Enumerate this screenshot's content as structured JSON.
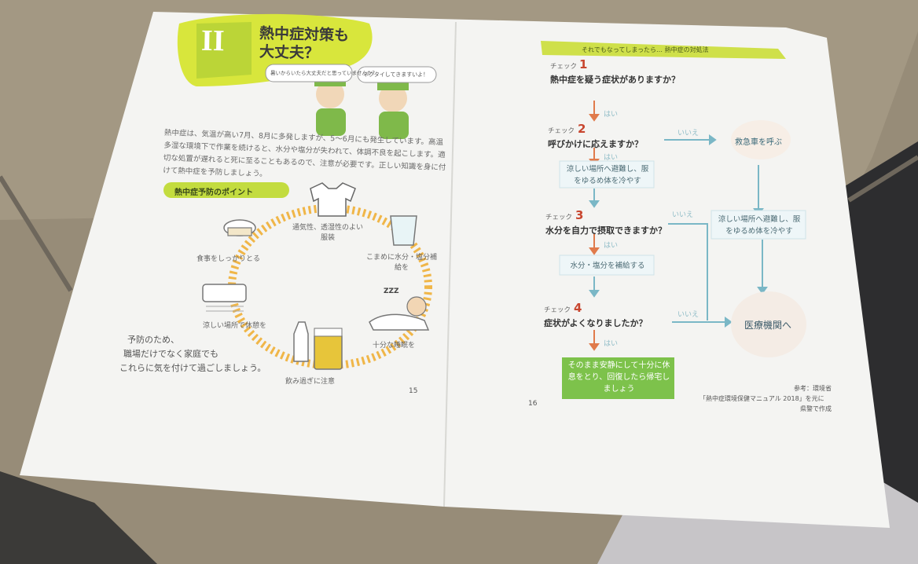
{
  "left_page": {
    "section_numeral": "II",
    "title_line1": "熱中症対策も",
    "title_line2": "大丈夫？",
    "bubble_left": "暑いからいたら大丈夫だと思っていませんか？",
    "bubble_right": "ネクタイしてきますいよ！",
    "paragraph": "熱中症は、気温が高い7月、8月に多発しますが、5～6月にも発生しています。高温多湿な環境下で作業を続けると、水分や塩分が失われて、体調不良を起こします。適切な処置が遅れると死に至ることもあるので、注意が必要です。正しい知識を身に付けて熱中症を予防しましょう。",
    "points_header": "熱中症予防のポイント",
    "points": {
      "clothes": "通気性、透湿性のよい服装",
      "water": "こまめに水分・塩分補給を",
      "sleep": "十分な睡眠を",
      "drink": "飲み過ぎに注意",
      "rest": "涼しい場所で休憩を",
      "meal": "食事をしっかりとる"
    },
    "sleep_zz": "ZZZ",
    "note_line1": "予防のため、",
    "note_line2": "職場だけでなく家庭でも",
    "note_line3": "これらに気を付けて過ごしましょう。",
    "page_number": "15"
  },
  "right_page": {
    "banner": "それでもなってしまったら… 熱中症の対処法",
    "check_label": "チェック",
    "checks": [
      {
        "num": "1",
        "question": "熱中症を疑う症状がありますか？"
      },
      {
        "num": "2",
        "question": "呼びかけに応えますか？"
      },
      {
        "num": "3",
        "question": "水分を自力で摂取できますか？"
      },
      {
        "num": "4",
        "question": "症状がよくなりましたか？"
      }
    ],
    "yes": "はい",
    "no": "いいえ",
    "ambulance": "救急車を呼ぶ",
    "cool_box_1": "涼しい場所へ避難し、服をゆるめ体を冷やす",
    "cool_box_2": "涼しい場所へ避難し、服をゆるめ体を冷やす",
    "water_box": "水分・塩分を補給する",
    "hospital": "医療機関へ",
    "final_box": "そのまま安静にして十分に休息をとり、回復したら帰宅しましょう",
    "source_line1": "参考：環境省",
    "source_line2": "「熱中症環境保健マニュアル 2018」を元に",
    "source_line3": "県警で作成",
    "page_number": "16"
  }
}
